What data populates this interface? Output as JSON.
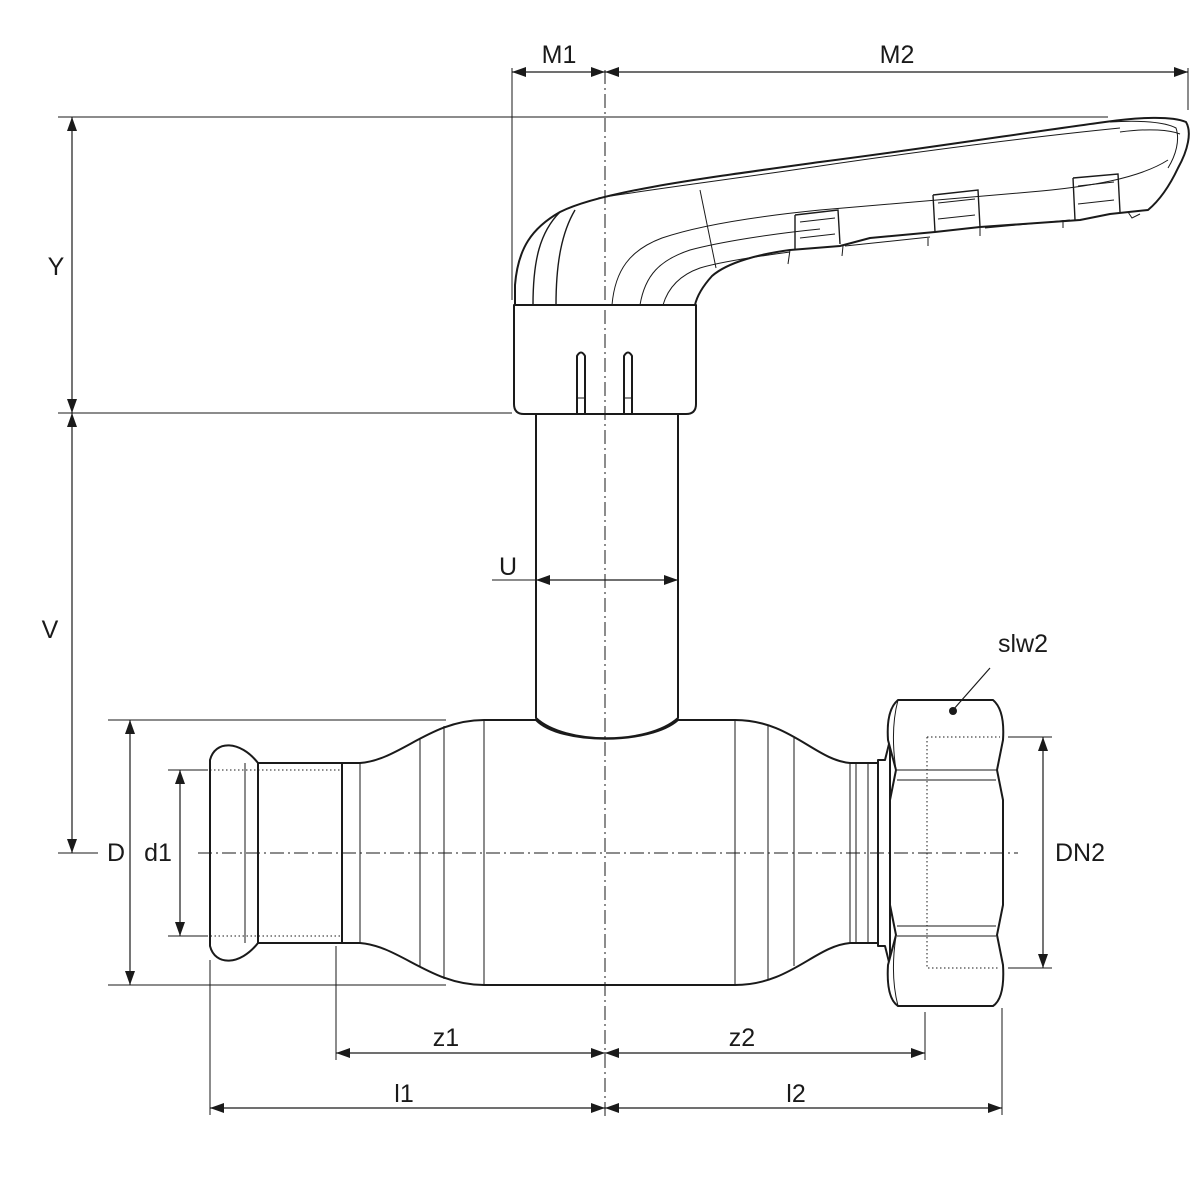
{
  "labels": {
    "M1": "M1",
    "M2": "M2",
    "Y": "Y",
    "V": "V",
    "U": "U",
    "D": "D",
    "d1": "d1",
    "DN2": "DN2",
    "slw2": "slw2",
    "z1": "z1",
    "z2": "z2",
    "l1": "l1",
    "l2": "l2"
  }
}
